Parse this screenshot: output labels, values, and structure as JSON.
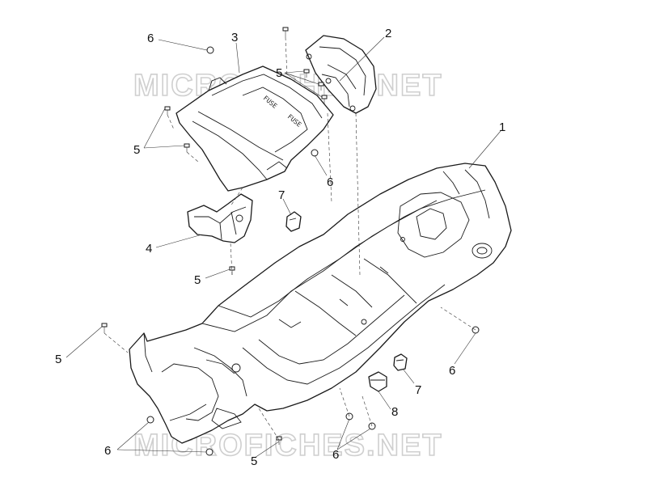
{
  "watermark": "MICROFICHES.NET",
  "fuse_text": "FUSE",
  "callouts": [
    {
      "id": "c1",
      "label": "1"
    },
    {
      "id": "c2",
      "label": "2"
    },
    {
      "id": "c3",
      "label": "3"
    },
    {
      "id": "c4",
      "label": "4"
    },
    {
      "id": "c5a",
      "label": "5"
    },
    {
      "id": "c5b",
      "label": "5"
    },
    {
      "id": "c5c",
      "label": "5"
    },
    {
      "id": "c5d",
      "label": "5"
    },
    {
      "id": "c5e",
      "label": "5"
    },
    {
      "id": "c6a",
      "label": "6"
    },
    {
      "id": "c6b",
      "label": "6"
    },
    {
      "id": "c6c",
      "label": "6"
    },
    {
      "id": "c6d",
      "label": "6"
    },
    {
      "id": "c6e",
      "label": "6"
    },
    {
      "id": "c7a",
      "label": "7"
    },
    {
      "id": "c7b",
      "label": "7"
    },
    {
      "id": "c8",
      "label": "8"
    }
  ],
  "colors": {
    "line": "#1a1a1a",
    "watermark": "#cfcfcf",
    "background": "#ffffff"
  }
}
